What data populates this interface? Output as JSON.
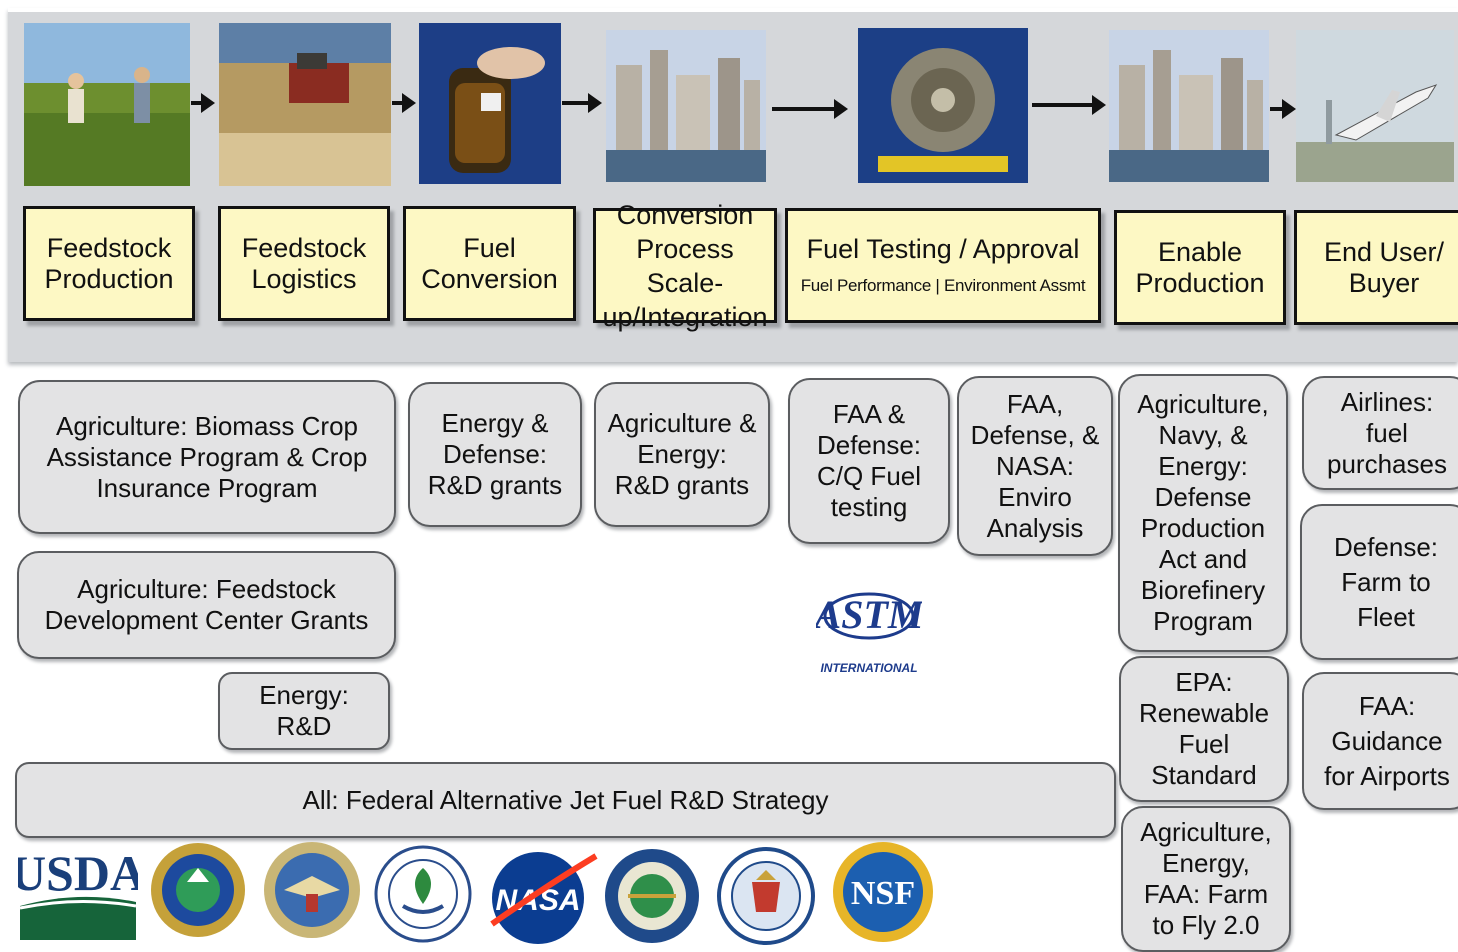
{
  "stages": [
    {
      "title": "Feedstock Production",
      "photo": "field-workers-photo"
    },
    {
      "title": "Feedstock Logistics",
      "photo": "harvester-photo"
    },
    {
      "title": "Fuel Conversion",
      "photo": "fuel-jar-photo"
    },
    {
      "title": "Conversion Process Scale-up/Integration",
      "photo": "refinery-photo"
    },
    {
      "title": "Fuel Testing / Approval",
      "subtitle": "Fuel Performance | Environment Assmt",
      "photo": "jet-engine-photo"
    },
    {
      "title": "Enable Production",
      "photo": "refinery-photo"
    },
    {
      "title": "End User/ Buyer",
      "photo": "airplane-takeoff-photo"
    }
  ],
  "programs": {
    "ag_biomass": "Agriculture: Biomass Crop Assistance Program & Crop Insurance Program",
    "ag_feedstock_center": "Agriculture: Feedstock Development Center Grants",
    "energy_rd": "Energy: R&D",
    "energy_defense_grants": "Energy & Defense: R&D grants",
    "ag_energy_grants": "Agriculture & Energy: R&D grants",
    "faa_defense_testing": "FAA & Defense: C/Q Fuel testing",
    "faa_defense_nasa": "FAA, Defense, & NASA: Enviro Analysis",
    "ag_navy_energy_dpa": "Agriculture, Navy, & Energy: Defense Production Act and Biorefinery Program",
    "epa_rfs": "EPA: Renewable Fuel Standard",
    "ag_energy_faa_f2f": "Agriculture, Energy, FAA: Farm to Fly 2.0",
    "airlines": "Airlines: fuel purchases",
    "defense_fleet": "Defense: Farm to Fleet",
    "faa_airports": "FAA: Guidance for Airports",
    "all_strategy": "All: Federal Alternative Jet Fuel R&D Strategy"
  },
  "astm": {
    "letters": "ASTM",
    "caption": "INTERNATIONAL"
  },
  "agency_logos": [
    {
      "icon": "usda-logo",
      "text": "USDA"
    },
    {
      "icon": "doe-seal-icon"
    },
    {
      "icon": "dod-seal-icon"
    },
    {
      "icon": "epa-seal-icon"
    },
    {
      "icon": "nasa-logo",
      "text": "NASA"
    },
    {
      "icon": "faa-seal-icon"
    },
    {
      "icon": "commerce-seal-icon"
    },
    {
      "icon": "nsf-logo",
      "text": "NSF"
    }
  ],
  "colors": {
    "stage_fill": "#fdf8c4",
    "program_fill": "#e3e3e4",
    "band": "#d5d7da"
  }
}
